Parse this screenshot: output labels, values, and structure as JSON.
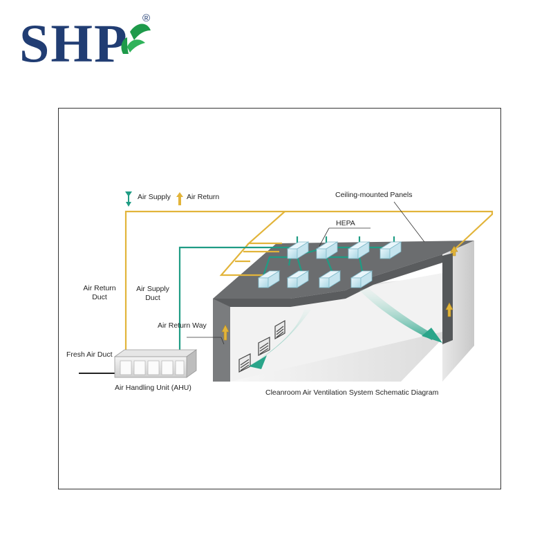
{
  "logo": {
    "text": "SHP",
    "registered": "®"
  },
  "colors": {
    "logo_blue": "#213d73",
    "logo_green": "#1e9a4a",
    "supply_teal": "#1f9c84",
    "return_gold": "#e2b43a",
    "panel_gray": "#6b6d6f"
  },
  "legend": {
    "supply": "Air Supply",
    "return": "Air Return"
  },
  "labels": {
    "ceiling_panels": "Ceiling-mounted Panels",
    "hepa": "HEPA",
    "air_return_duct_1": "Air Return",
    "air_return_duct_2": "Duct",
    "air_supply_duct_1": "Air Supply",
    "air_supply_duct_2": "Duct",
    "air_return_way": "Air Return Way",
    "fresh_air_duct": "Fresh Air Duct",
    "ahu": "Air Handling Unit (AHU)",
    "caption": "Cleanroom Air Ventilation System Schematic Diagram"
  }
}
